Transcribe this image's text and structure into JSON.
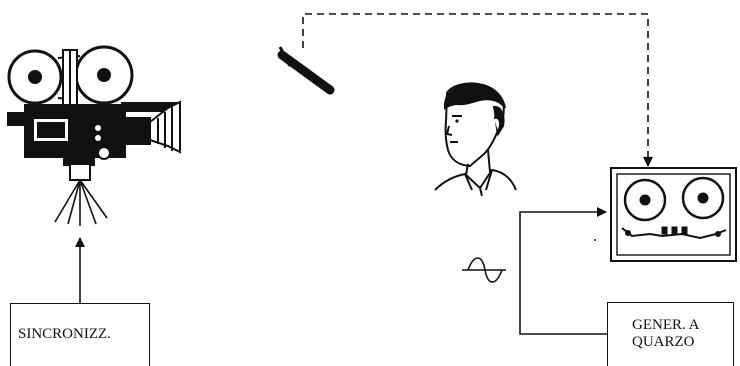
{
  "labels": {
    "sync": "SINCRONIZZ.",
    "generator_line1": "GENER. A",
    "generator_line2": "QUARZO"
  },
  "icons": [
    "film-camera-icon",
    "microphone-icon",
    "person-head-icon",
    "tape-recorder-icon",
    "sine-wave-icon"
  ],
  "colors": {
    "ink": "#111111",
    "background": "#ffffff"
  }
}
